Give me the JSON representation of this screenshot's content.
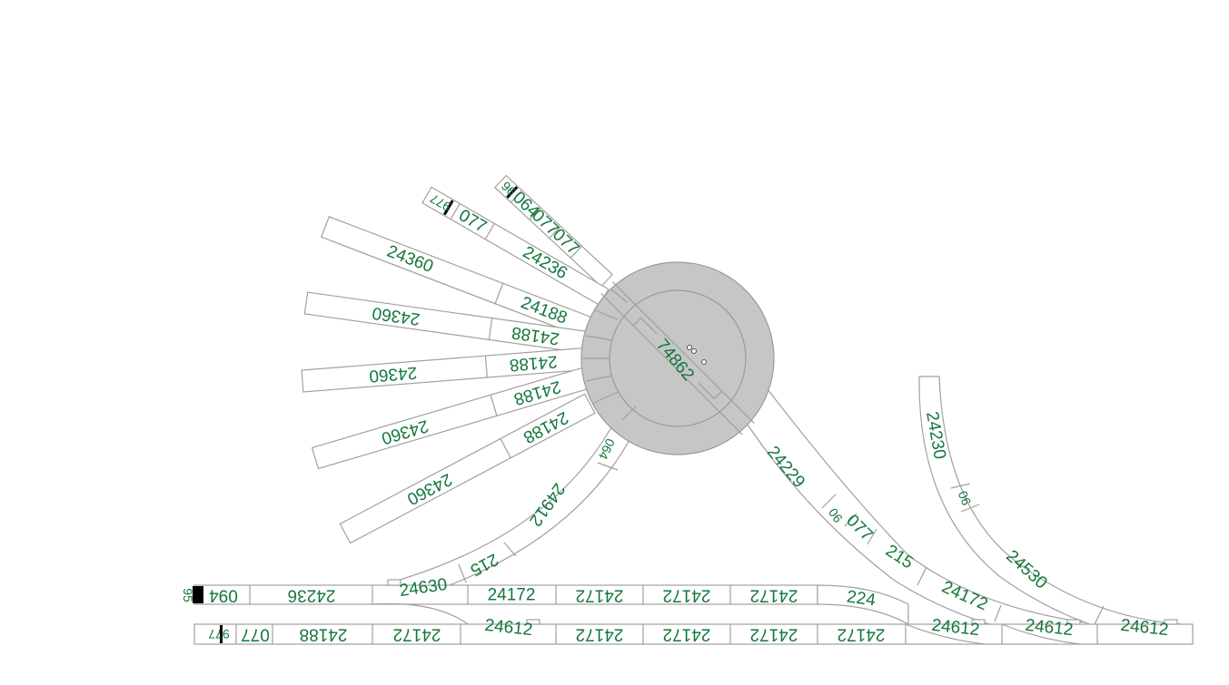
{
  "colors": {
    "label": "#12773a",
    "track_outline": "#a0a0a0",
    "turntable": "#c6c6c6"
  },
  "turntable": {
    "label": "74862"
  },
  "radial_tracks": [
    {
      "labels": [
        "96",
        "064",
        "077",
        "077"
      ]
    },
    {
      "labels": [
        "977",
        "077",
        "24236"
      ]
    },
    {
      "labels": [
        "24360",
        "24188"
      ]
    },
    {
      "labels": [
        "24360",
        "24188"
      ]
    },
    {
      "labels": [
        "24360",
        "24188"
      ]
    },
    {
      "labels": [
        "24360",
        "24188"
      ]
    },
    {
      "labels": [
        "24360",
        "24188"
      ]
    }
  ],
  "curve_left": {
    "labels": [
      "064",
      "24912",
      "215"
    ]
  },
  "row_upper": {
    "labels": [
      "95",
      "094",
      "24236",
      "24630",
      "24172",
      "24172",
      "24172",
      "24172",
      "224"
    ]
  },
  "row_lower": {
    "labels": [
      "977",
      "077",
      "24188",
      "24172",
      "24612",
      "24172",
      "24172",
      "24172",
      "24172",
      "24612",
      "24612",
      "24612"
    ]
  },
  "diagonal_right": {
    "labels": [
      "24229",
      "06",
      "077",
      "215",
      "24172"
    ]
  },
  "curve_right": {
    "labels": [
      "24230",
      "06",
      "24530"
    ]
  }
}
